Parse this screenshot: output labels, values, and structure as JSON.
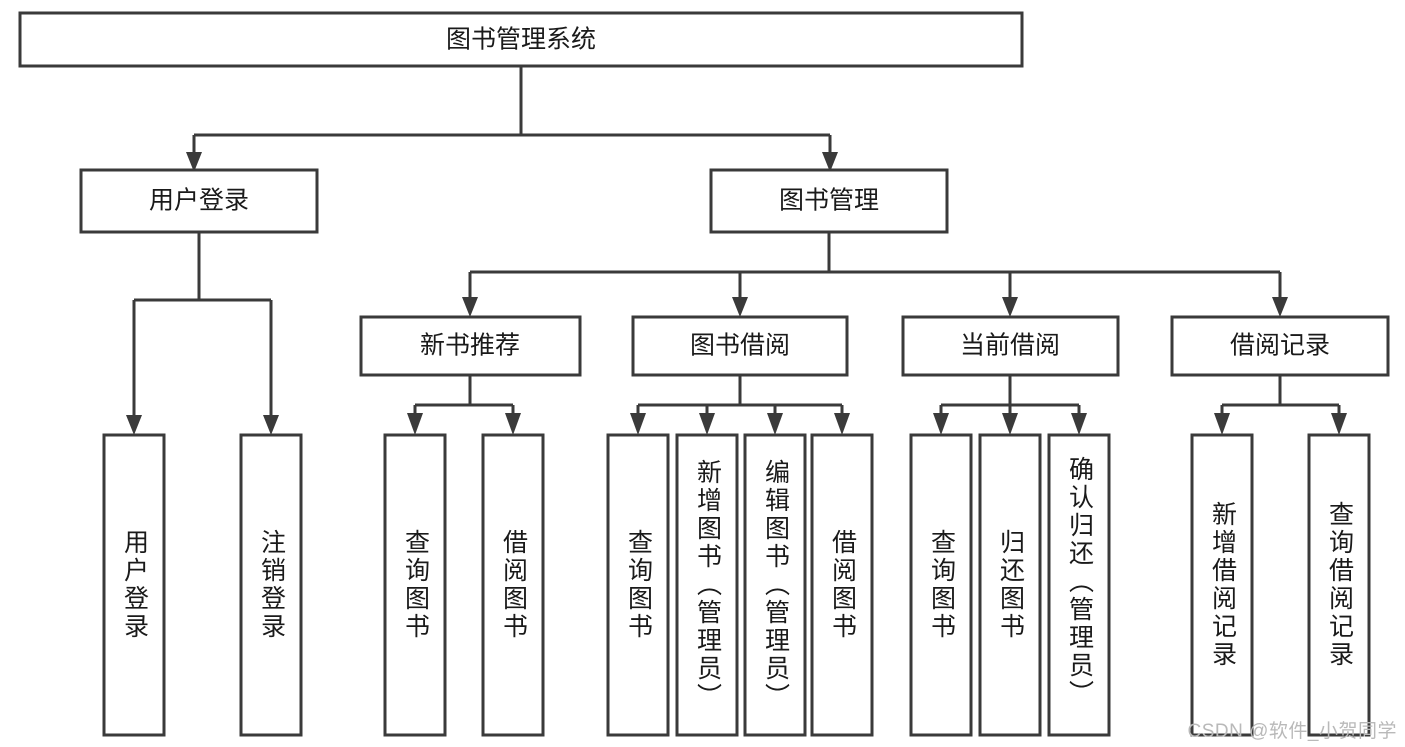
{
  "diagram": {
    "title": "图书管理系统",
    "type": "tree-hierarchy",
    "watermark": "CSDN @软件_小贺同学",
    "colors": {
      "stroke": "#3a3a3a",
      "fill": "#ffffff",
      "text": "#1a1a1a",
      "watermark": "#b9b9b9",
      "background": "#ffffff"
    },
    "levels": {
      "root": {
        "label": "图书管理系统"
      },
      "level2": [
        {
          "id": "user-login",
          "label": "用户登录"
        },
        {
          "id": "book-management",
          "label": "图书管理"
        }
      ],
      "level3": [
        {
          "id": "new-book-recommend",
          "label": "新书推荐",
          "parent": "book-management"
        },
        {
          "id": "book-borrow",
          "label": "图书借阅",
          "parent": "book-management"
        },
        {
          "id": "current-borrow",
          "label": "当前借阅",
          "parent": "book-management"
        },
        {
          "id": "borrow-record",
          "label": "借阅记录",
          "parent": "book-management"
        }
      ],
      "leaves": [
        {
          "id": "leaf-user-login",
          "label": "用户登录",
          "parent": "user-login"
        },
        {
          "id": "leaf-logout",
          "label": "注销登录",
          "parent": "user-login"
        },
        {
          "id": "leaf-query-book-1",
          "label": "查询图书",
          "parent": "new-book-recommend"
        },
        {
          "id": "leaf-borrow-book-1",
          "label": "借阅图书",
          "parent": "new-book-recommend"
        },
        {
          "id": "leaf-query-book-2",
          "label": "查询图书",
          "parent": "book-borrow"
        },
        {
          "id": "leaf-add-book",
          "label": "新增图书（管理员）",
          "parent": "book-borrow"
        },
        {
          "id": "leaf-edit-book",
          "label": "编辑图书（管理员）",
          "parent": "book-borrow"
        },
        {
          "id": "leaf-borrow-book-2",
          "label": "借阅图书",
          "parent": "book-borrow"
        },
        {
          "id": "leaf-query-book-3",
          "label": "查询图书",
          "parent": "current-borrow"
        },
        {
          "id": "leaf-return-book",
          "label": "归还图书",
          "parent": "current-borrow"
        },
        {
          "id": "leaf-confirm-return",
          "label": "确认归还（管理员）",
          "parent": "current-borrow"
        },
        {
          "id": "leaf-add-record",
          "label": "新增借阅记录",
          "parent": "borrow-record"
        },
        {
          "id": "leaf-query-record",
          "label": "查询借阅记录",
          "parent": "borrow-record"
        }
      ]
    }
  }
}
